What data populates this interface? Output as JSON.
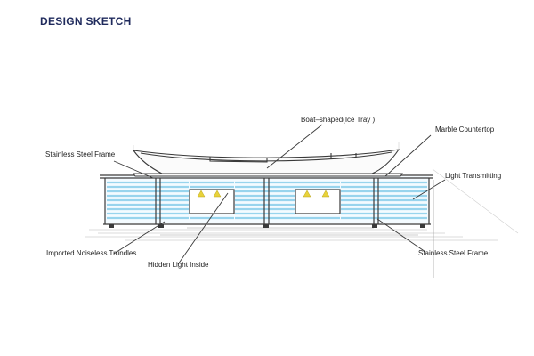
{
  "header": {
    "title": "DESIGN SKETCH"
  },
  "labels": {
    "boat": "Boat–shaped(Ice Tray )",
    "marble": "Marble Countertop",
    "frame_top": "Stainless Steel Frame",
    "light_trans": "Light Transmitting",
    "trundles": "Imported Noiseless Trundles",
    "hidden_light": "Hidden Light Inside",
    "frame_bottom": "Stainless Steel Frame"
  },
  "colors": {
    "title": "#1f2a5c",
    "line": "#3a3a3a",
    "stripe": "#8fd0ec",
    "lamp": "#e8d23a",
    "ground": "#c9c9c9"
  }
}
